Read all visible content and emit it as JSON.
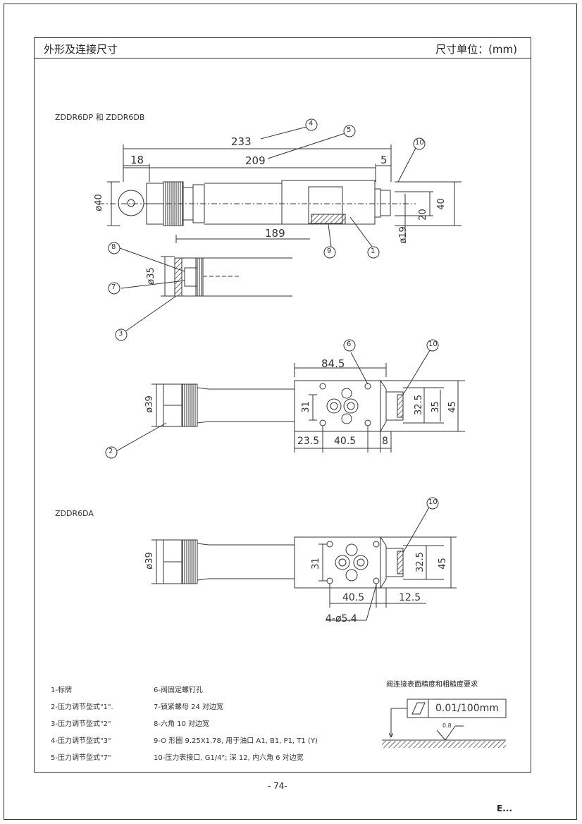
{
  "header": {
    "title": "外形及连接尺寸",
    "unit": "尺寸单位：(mm)"
  },
  "views": {
    "dp_db_label": "ZDDR6DP 和 ZDDR6DB",
    "da_label": "ZDDR6DA"
  },
  "dims": {
    "d233": "233",
    "d209": "209",
    "d18": "18",
    "d5": "5",
    "d40dia": "ø40",
    "d40": "40",
    "d20": "20",
    "d19": "ø19",
    "d189": "189",
    "d35dia": "ø35",
    "d845": "84.5",
    "d39dia": "ø39",
    "d31": "31",
    "d325": "32.5",
    "d35": "35",
    "d45": "45",
    "d235": "23.5",
    "d405": "40.5",
    "d8": "8",
    "d39dia_b": "ø39",
    "d31_b": "31",
    "d325_b": "32.5",
    "d45_b": "45",
    "d405_b": "40.5",
    "d125": "12.5",
    "holes": "4-ø5.4"
  },
  "callouts": [
    "1",
    "2",
    "3",
    "4",
    "5",
    "6",
    "7",
    "8",
    "9",
    "10"
  ],
  "legend": {
    "left": [
      "1-标牌",
      "2-压力调节型式\"1\".",
      "3-压力调节型式\"2\"",
      "4-压力调节型式\"3\"",
      "5-压力调节型式\"7\""
    ],
    "right": [
      "6-阀固定螺钉孔",
      "7-锁紧螺母 24 对边宽",
      "8-六角 10 对边宽",
      "9-O 形圈 9.25X1.78, 用于油口 A1, B1, P1, T1 (Y)",
      "10-压力表接口, G1/4\"; 深 12, 内六角 6 对边宽"
    ]
  },
  "surface": {
    "title": "阀连接表面精度和粗糙度要求",
    "tolerance": "0.01/100mm",
    "roughness": "0.8"
  },
  "page": {
    "number": "- 74-",
    "mark": "E..."
  }
}
